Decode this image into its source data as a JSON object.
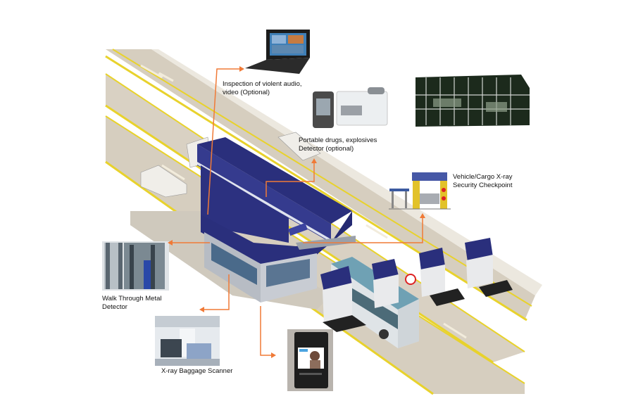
{
  "labels": {
    "audio_video": [
      "Inspection of violent audio,",
      "video (Optional)"
    ],
    "drugs_detector": [
      "Portable drugs, explosives",
      "Detector (optional)"
    ],
    "vehicle_xray": [
      "Vehicle/Cargo X-ray",
      "Security Checkpoint"
    ],
    "metal_detector": [
      "Walk Through Metal",
      "Detector"
    ],
    "baggage_scanner": [
      "X-ray Baggage Scanner"
    ]
  },
  "colors": {
    "road": "#d6cebf",
    "road_line": "#e8d22c",
    "booth_blue": "#2a2f7c",
    "booth_grey": "#b7bcc4",
    "callout": "#f07a37",
    "bus": "#6fa1b4"
  }
}
